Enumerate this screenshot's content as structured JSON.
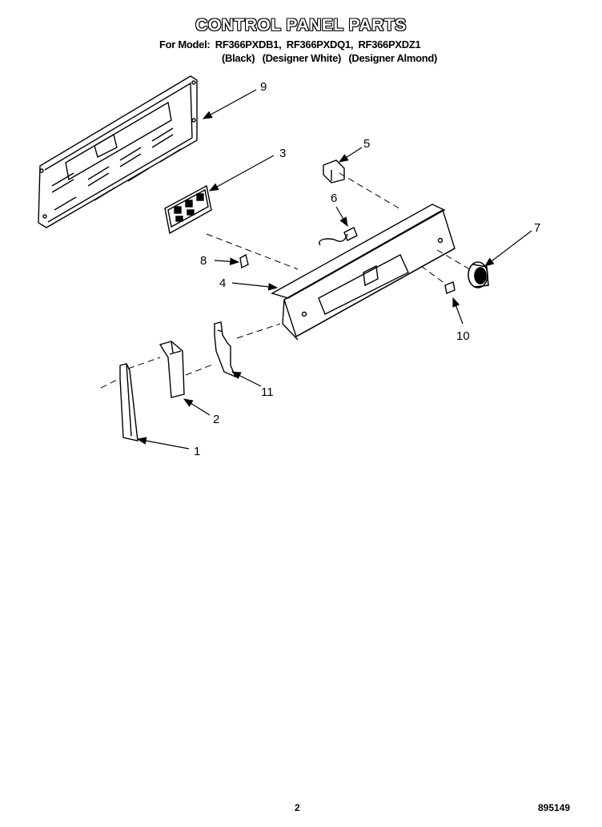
{
  "header": {
    "title": "CONTROL PANEL PARTS",
    "for_model_label": "For Model:",
    "models": [
      "RF366PXDB1,",
      "RF366PXDQ1,",
      "RF366PXDZ1"
    ],
    "variants": [
      "(Black)",
      "(Designer White)",
      "(Designer Almond)"
    ]
  },
  "callouts": [
    "1",
    "2",
    "3",
    "4",
    "5",
    "6",
    "7",
    "8",
    "9",
    "10",
    "11"
  ],
  "footer": {
    "page_number": "2",
    "document_number": "895149"
  }
}
